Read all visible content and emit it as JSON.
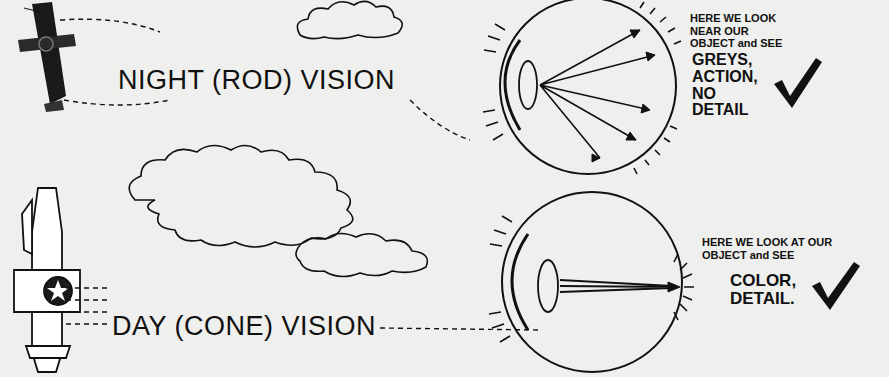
{
  "diagram": {
    "labels": [
      "NIGHT (ROD) VISION",
      "HERE WE LOOK NEAR OUR OBJECT and SEE",
      "GREYS, ACTION, NO DETAIL",
      "DAY (CONE) VISION",
      "HERE WE LOOK AT OUR OBJECT and SEE",
      "COLOR, DETAIL."
    ]
  }
}
